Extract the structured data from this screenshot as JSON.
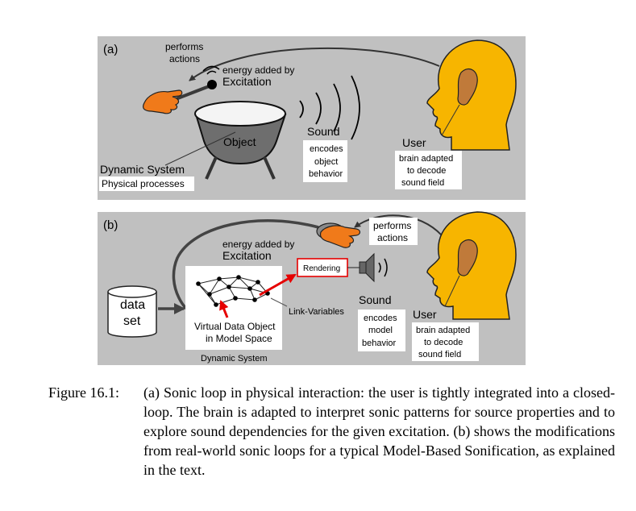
{
  "panel_a": {
    "tag": "(a)",
    "performs_line1": "performs",
    "performs_line2": "actions",
    "energy_line1": "energy added by",
    "energy_line2": "Excitation",
    "object": "Object",
    "sound": "Sound",
    "encodes_line1": "encodes",
    "encodes_line2": "object",
    "encodes_line3": "behavior",
    "user": "User",
    "brain_line1": "brain adapted",
    "brain_line2": "to decode",
    "brain_line3": "sound field",
    "dynamic_system": "Dynamic System",
    "physical_processes": "Physical processes"
  },
  "panel_b": {
    "tag": "(b)",
    "performs_line1": "performs",
    "performs_line2": "actions",
    "energy_line1": "energy added by",
    "energy_line2": "Excitation",
    "rendering": "Rendering",
    "data_line1": "data",
    "data_line2": "set",
    "link_variables": "Link-Variables",
    "sound": "Sound",
    "encodes_line1": "encodes",
    "encodes_line2": "model",
    "encodes_line3": "behavior",
    "user": "User",
    "brain_line1": "brain adapted",
    "brain_line2": "to decode",
    "brain_line3": "sound field",
    "vdo_line1": "Virtual Data Object",
    "vdo_line2": "in Model Space",
    "dynamic_system": "Dynamic System"
  },
  "caption": {
    "number": "Figure 16.1:",
    "text": "(a) Sonic loop in physical interaction: the user is tightly integrated into a closed-loop. The brain is adapted to interpret sonic patterns for source properties and to explore sound dependencies for the given excitation. (b) shows the modifications from real-world sonic loops for a typical Model-Based Sonification, as explained in the text."
  },
  "colors": {
    "panel_bg": "#c0c0c0",
    "head_fill": "#f7b500",
    "hand_fill": "#f07a1a",
    "ear_fill": "#c07a3a",
    "object_fill": "#707070",
    "arrow_red": "#e60000"
  }
}
